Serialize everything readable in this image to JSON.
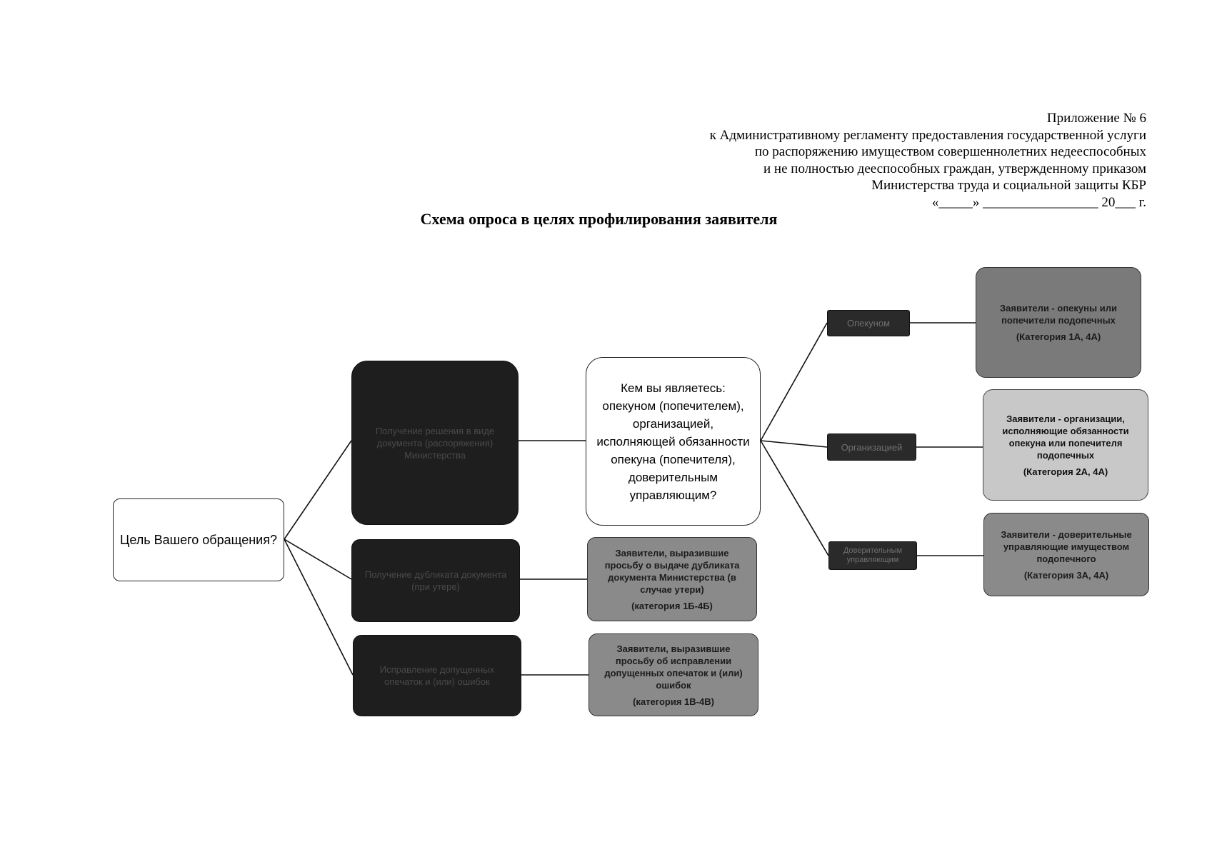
{
  "header": {
    "lines": [
      "Приложение № 6",
      "к Административному регламенту предоставления государственной услуги",
      "по распоряжению имуществом совершеннолетних недееспособных",
      "и не полностью дееспособных граждан, утвержденному приказом",
      "Министерства труда и социальной защиты КБР",
      "«_____» _________________ 20___ г."
    ]
  },
  "title": "Схема опроса в целях профилирования заявителя",
  "nodes": {
    "root": "Цель Вашего обращения?",
    "goal_decision": "Получение решения в виде документа (распоряжения) Министерства",
    "goal_duplicate": "Получение дубликата документа (при утере)",
    "goal_fix": "Исправление допущенных опечаток и (или) ошибок",
    "question_role": "Кем вы являетесь: опекуном (попечителем), организацией, исполняющей обязанности опекуна (попечителя), доверительным управляющим?",
    "duplicate_result": "Заявители, выразившие просьбу о выдаче дубликата документа Министерства (в случае утери)",
    "duplicate_cat": "(категория 1Б-4Б)",
    "fix_result": "Заявители, выразившие просьбу об исправлении допущенных опечаток и (или) ошибок",
    "fix_cat": "(категория 1В-4В)",
    "opt_guardian": "Опекуном",
    "opt_org": "Организацией",
    "opt_trustee": "Доверительным управляющим",
    "res_guardian": "Заявители - опекуны или попечители подопечных",
    "res_guardian_cat": "(Категория 1А, 4А)",
    "res_org": "Заявители - организации, исполняющие обязанности опекуна или попечителя подопечных",
    "res_org_cat": "(Категория 2А, 4А)",
    "res_trustee": "Заявители - доверительные управляющие имуществом подопечного",
    "res_trustee_cat": "(Категория 3А, 4А)"
  },
  "colors": {
    "dark": "#1e1e1e",
    "mid": "#8a8a8a",
    "light": "#c8c8c8",
    "line": "#111111"
  }
}
